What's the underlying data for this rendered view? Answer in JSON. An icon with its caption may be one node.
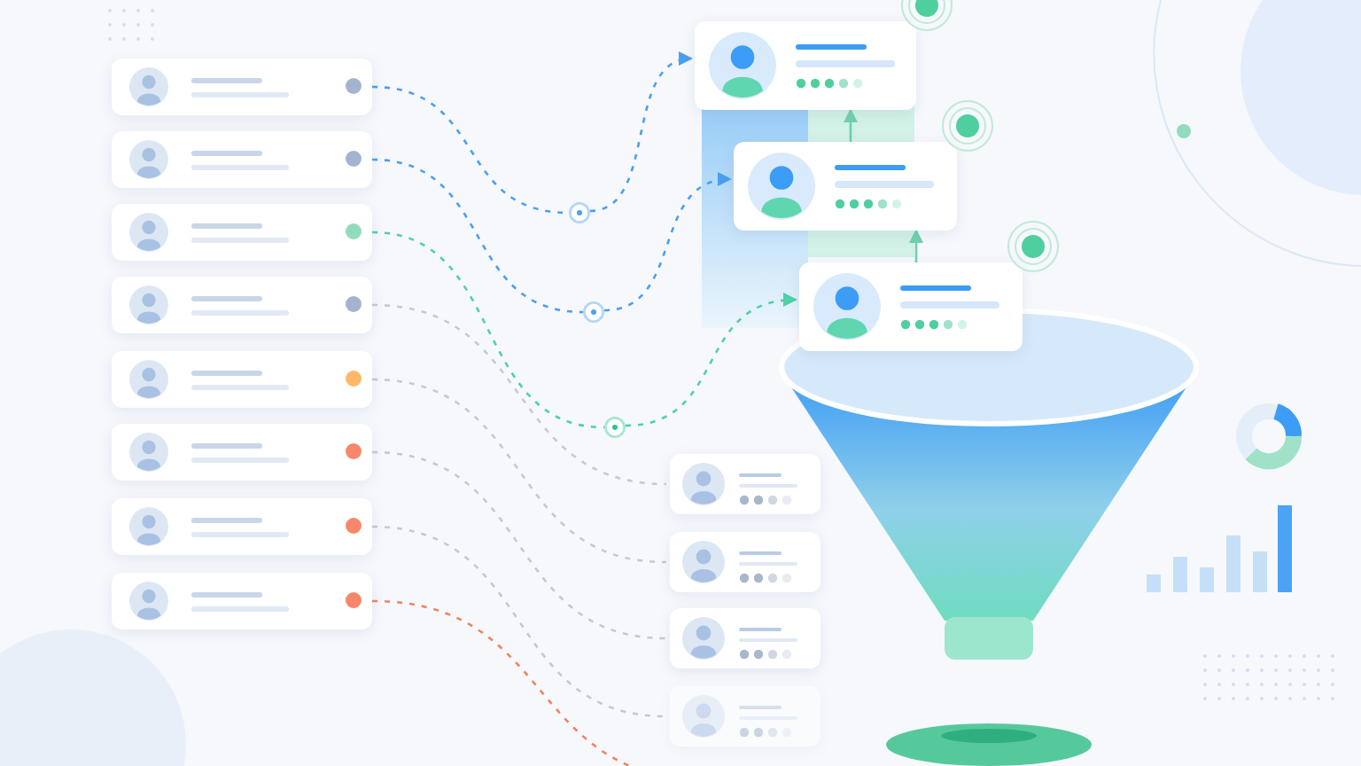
{
  "diagram": {
    "nodes": [
      {
        "text": [],
        "shape": "box"
      },
      {
        "text": [],
        "shape": "box"
      },
      {
        "text": [],
        "shape": "box"
      },
      {
        "text": [],
        "shape": "box"
      },
      {
        "text": [],
        "shape": "box"
      },
      {
        "text": [],
        "shape": "box"
      },
      {
        "text": [],
        "shape": "box"
      },
      {
        "text": [],
        "shape": "box"
      },
      {
        "text": [],
        "shape": "circle"
      },
      {
        "text": [],
        "shape": "circle"
      },
      {
        "text": [],
        "shape": "circle"
      },
      {
        "text": [],
        "shape": "box"
      },
      {
        "text": [],
        "shape": "box"
      },
      {
        "text": [],
        "shape": "box"
      },
      {
        "text": [],
        "shape": "box"
      },
      {
        "text": [],
        "shape": "box"
      },
      {
        "text": [],
        "shape": "box"
      },
      {
        "text": [],
        "shape": "box"
      }
    ],
    "edges": [
      {
        "from": 0,
        "to": 8,
        "arrow": "none",
        "style": "dashed",
        "color": "#4a9ff0"
      },
      {
        "from": 8,
        "to": 11,
        "arrow": "to",
        "style": "dashed",
        "color": "#4a9ff0"
      },
      {
        "from": 1,
        "to": 9,
        "arrow": "none",
        "style": "dashed",
        "color": "#4a9ff0"
      },
      {
        "from": 9,
        "to": 12,
        "arrow": "to",
        "style": "dashed",
        "color": "#4a9ff0"
      },
      {
        "from": 2,
        "to": 10,
        "arrow": "none",
        "style": "dashed",
        "color": "#4fd1a8"
      },
      {
        "from": 10,
        "to": 13,
        "arrow": "to",
        "style": "dashed",
        "color": "#4fd1a8"
      },
      {
        "from": 3,
        "to": 14,
        "arrow": "none",
        "style": "dashed",
        "color": "#c4cad4"
      },
      {
        "from": 4,
        "to": 15,
        "arrow": "none",
        "style": "dashed",
        "color": "#c4cad4"
      },
      {
        "from": 5,
        "to": 16,
        "arrow": "none",
        "style": "dashed",
        "color": "#c4cad4"
      },
      {
        "from": 6,
        "to": 17,
        "arrow": "none",
        "style": "dashed",
        "color": "#c4cad4"
      },
      {
        "from": 7,
        "to": null,
        "arrow": "none",
        "style": "dashed",
        "color": "#f4805f"
      },
      {
        "from": 12,
        "to": 11,
        "arrow": "to",
        "color": "#6fd0ad"
      },
      {
        "from": 13,
        "to": 12,
        "arrow": "to",
        "color": "#6fd0ad"
      }
    ]
  }
}
